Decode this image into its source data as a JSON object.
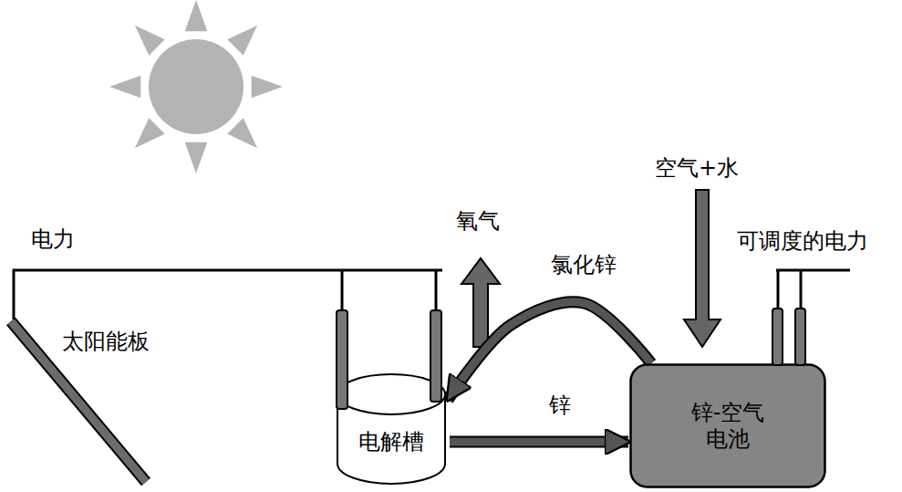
{
  "diagram": {
    "nodes": [
      {
        "text": [
          "电解槽"
        ]
      },
      {
        "text": [
          "锌-空气 电池"
        ]
      }
    ],
    "edges": [
      {
        "from": 0,
        "to": 1,
        "arrow": "to",
        "label": "锌"
      },
      {
        "from": 1,
        "to": 0,
        "arrow": "to",
        "label": "氯化锌"
      }
    ],
    "labels": [
      "电力",
      "太阳能板",
      "氧气",
      "空气+水",
      "可调度的电力"
    ]
  }
}
